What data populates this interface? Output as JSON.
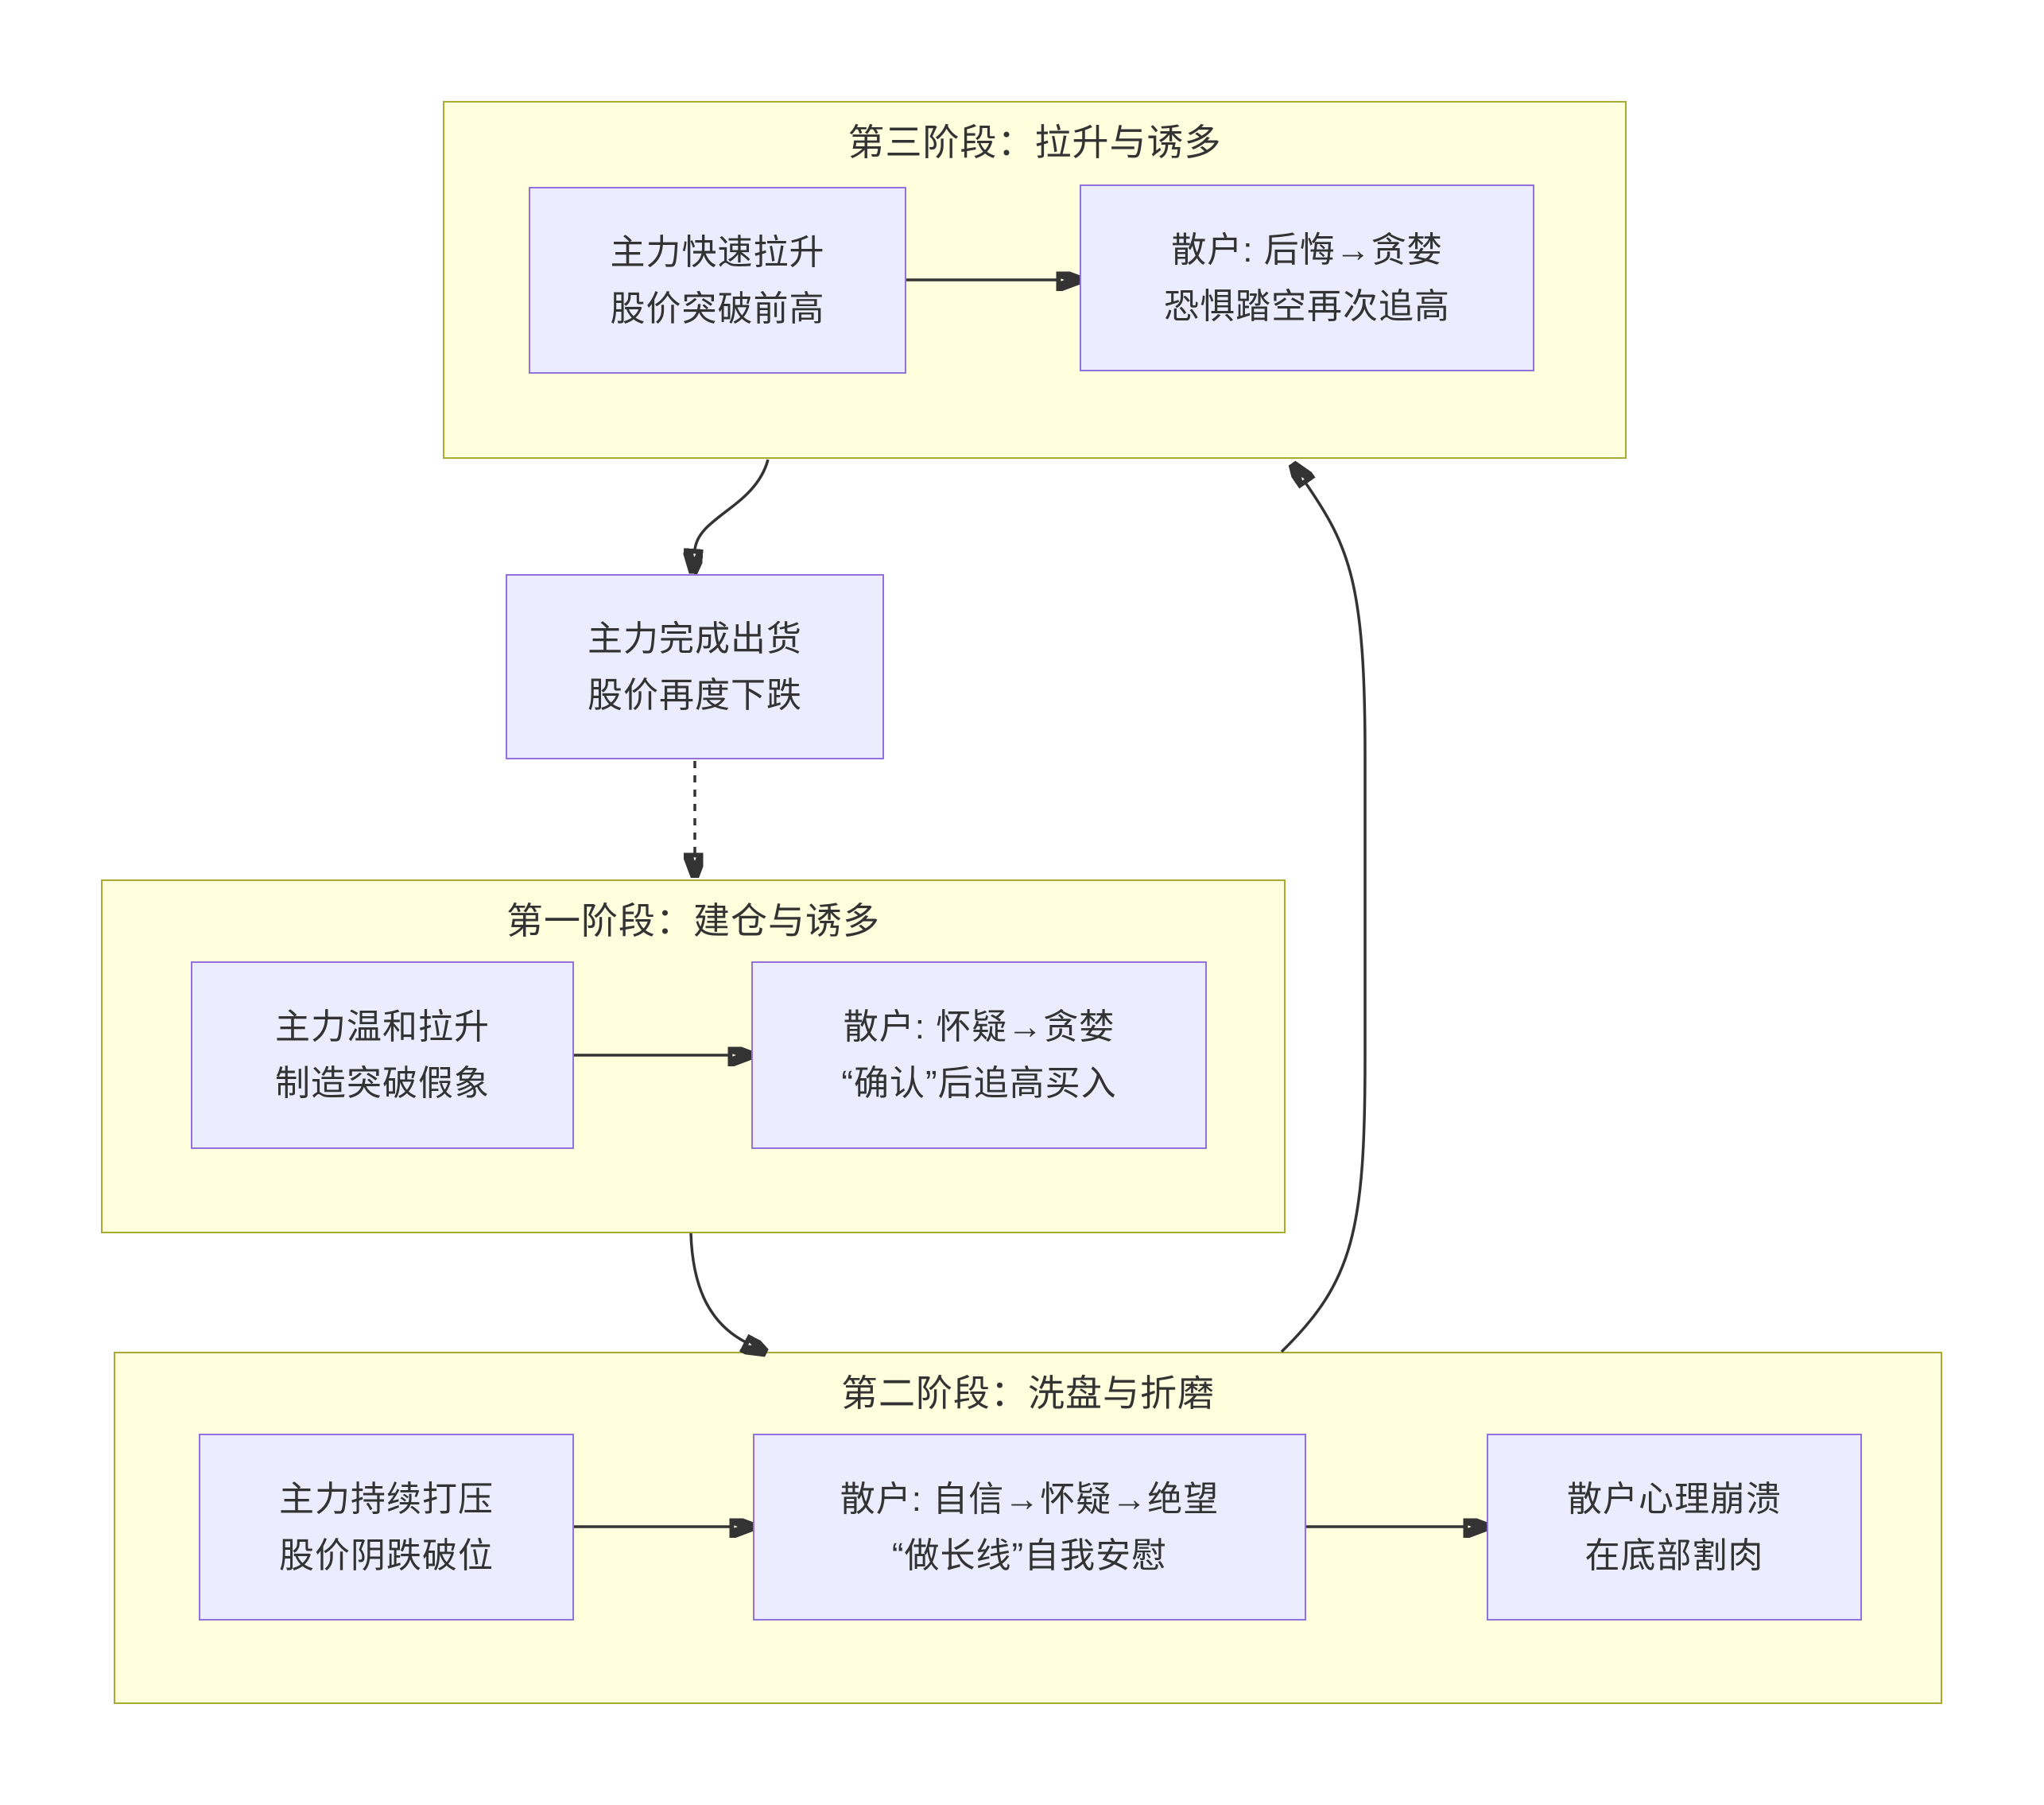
{
  "diagram_type": "flowchart",
  "colors": {
    "background": "#ffffff",
    "cluster_fill": "#ffffde",
    "cluster_border": "#aaaa33",
    "node_fill": "#ececff",
    "node_border": "#9370db",
    "text": "#333333",
    "arrow": "#333333"
  },
  "clusters": {
    "phase3": {
      "title": "第三阶段：拉升与诱多"
    },
    "phase1": {
      "title": "第一阶段：建仓与诱多"
    },
    "phase2": {
      "title": "第二阶段：洗盘与折磨"
    }
  },
  "nodes": {
    "main_rapid_pullup": {
      "line1": "主力快速拉升",
      "line2": "股价突破前高"
    },
    "retail_regret_greed": {
      "line1": "散户: 后悔→贪婪",
      "line2": "恐惧踏空再次追高"
    },
    "main_finish_distribution": {
      "line1": "主力完成出货",
      "line2": "股价再度下跌"
    },
    "main_gentle_pullup": {
      "line1": "主力温和拉升",
      "line2": "制造突破假象"
    },
    "retail_doubt_greed": {
      "line1": "散户: 怀疑→贪婪",
      "line2": "“确认”后追高买入"
    },
    "main_suppress": {
      "line1": "主力持续打压",
      "line2": "股价阴跌破位"
    },
    "retail_confidence_despair": {
      "line1": "散户: 自信→怀疑→绝望",
      "line2": "“做长线”自我安慰"
    },
    "retail_capitulate": {
      "line1": "散户心理崩溃",
      "line2": "在底部割肉"
    }
  },
  "edges": [
    {
      "from": "main_rapid_pullup",
      "to": "retail_regret_greed",
      "style": "solid"
    },
    {
      "from": "phase3",
      "to": "main_finish_distribution",
      "style": "solid"
    },
    {
      "from": "main_finish_distribution",
      "to": "phase1",
      "style": "dashed"
    },
    {
      "from": "main_gentle_pullup",
      "to": "retail_doubt_greed",
      "style": "solid"
    },
    {
      "from": "phase1",
      "to": "phase2",
      "style": "solid"
    },
    {
      "from": "main_suppress",
      "to": "retail_confidence_despair",
      "style": "solid"
    },
    {
      "from": "retail_confidence_despair",
      "to": "retail_capitulate",
      "style": "solid"
    },
    {
      "from": "phase2",
      "to": "phase3",
      "style": "solid"
    }
  ]
}
